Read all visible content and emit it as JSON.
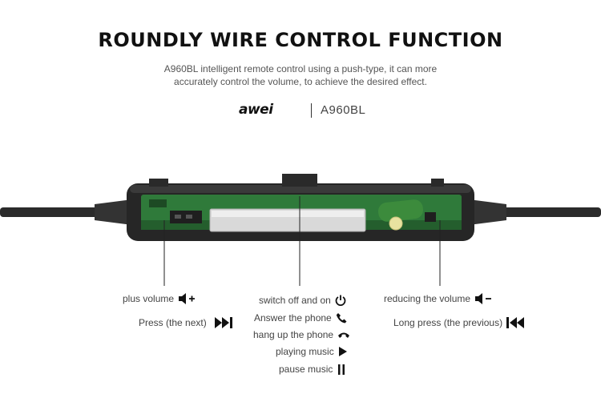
{
  "header": {
    "title": "ROUNDLY WIRE CONTROL FUNCTION",
    "description_line1": "A960BL intelligent remote control using a push-type, it can more",
    "description_line2": "accurately control the volume, to achieve the desired effect."
  },
  "brand": {
    "logo_text": "awei",
    "model": "A960BL"
  },
  "functions": {
    "left": [
      {
        "label": "plus volume",
        "icon": "volume-up-icon"
      },
      {
        "label": "Press (the next)",
        "icon": "next-track-icon"
      }
    ],
    "center": [
      {
        "label": "switch off and on",
        "icon": "power-icon"
      },
      {
        "label": "Answer the phone",
        "icon": "phone-answer-icon"
      },
      {
        "label": "hang up the phone",
        "icon": "phone-hangup-icon"
      },
      {
        "label": "playing music",
        "icon": "play-icon"
      },
      {
        "label": "pause music",
        "icon": "pause-icon"
      }
    ],
    "right": [
      {
        "label": "reducing the volume",
        "icon": "volume-down-icon"
      },
      {
        "label": "Long press (the previous)",
        "icon": "previous-track-icon"
      }
    ]
  },
  "colors": {
    "pcb_green": "#2f7a3a",
    "button_green": "#3c8b3c",
    "shell": "#2a2a2a",
    "text": "#444444"
  }
}
